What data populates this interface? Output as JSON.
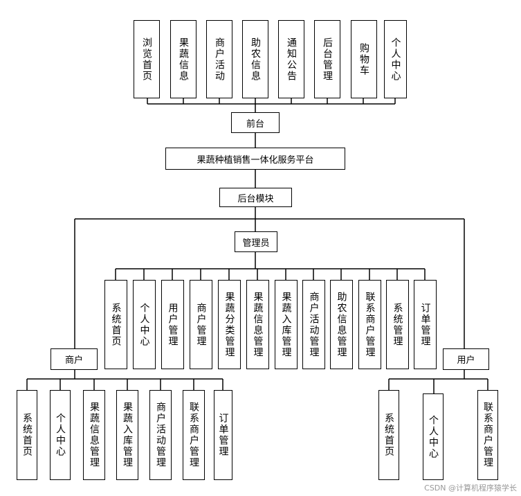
{
  "frontend": {
    "items": [
      "浏览首页",
      "果蔬信息",
      "商户活动",
      "助农信息",
      "通知公告",
      "后台管理",
      "购物车",
      "个人中心"
    ],
    "hub": "前台"
  },
  "platform": "果蔬种植销售一体化服务平台",
  "backend": {
    "hub": "后台模块"
  },
  "admin": {
    "hub": "管理员",
    "items": [
      "系统首页",
      "个人中心",
      "用户管理",
      "商户管理",
      "果蔬分类管理",
      "果蔬信息管理",
      "果蔬入库管理",
      "商户活动管理",
      "助农信息管理",
      "联系商户管理",
      "系统管理",
      "订单管理"
    ]
  },
  "merchant": {
    "hub": "商户",
    "items": [
      "系统首页",
      "个人中心",
      "果蔬信息管理",
      "果蔬入库管理",
      "商户活动管理",
      "联系商户管理",
      "订单管理"
    ]
  },
  "user": {
    "hub": "用户",
    "items": [
      "系统首页",
      "个人中心",
      "联系商户管理"
    ]
  },
  "watermark": "CSDN @计算机程序猿学长"
}
